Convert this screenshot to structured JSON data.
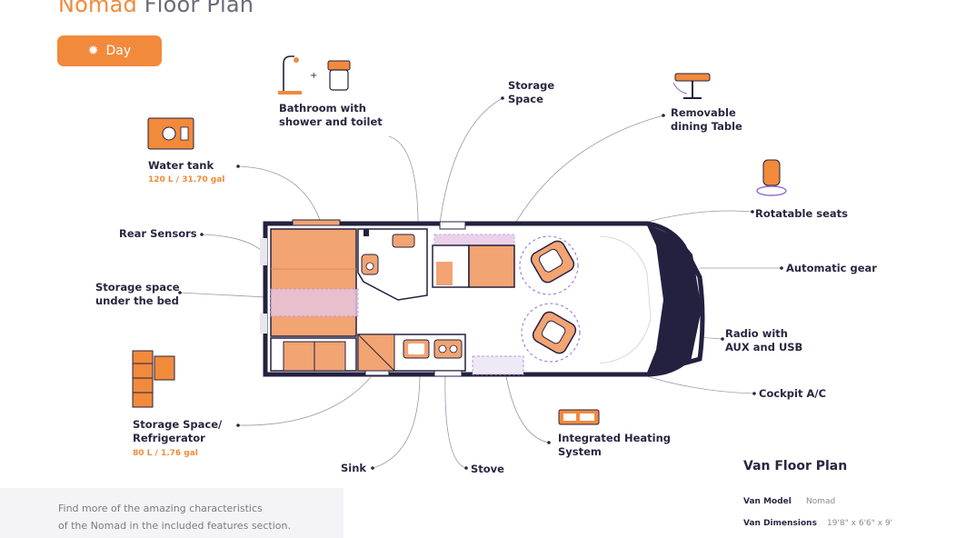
{
  "header": {
    "title_accent": "Nomad",
    "title_rest": " Floor Plan"
  },
  "mode_button": {
    "icon": "sun-icon",
    "label": "Day"
  },
  "colors": {
    "accent": "#f28a3c",
    "navy": "#2b2540",
    "highlight": "#e7c6e6",
    "interior": "#f2a472"
  },
  "labels": {
    "bathroom": [
      "Bathroom with",
      "shower and toilet"
    ],
    "storage_space": [
      "Storage",
      "Space"
    ],
    "dining_table": [
      "Removable",
      "dining Table"
    ],
    "water_tank": "Water tank",
    "water_tank_capacity": "120 L / 31.70 gal",
    "rotatable_seats": "Rotatable seats",
    "rear_sensors": "Rear Sensors",
    "automatic_gear": "Automatic gear",
    "storage_bed": [
      "Storage space",
      "under the bed"
    ],
    "radio": [
      "Radio with",
      "AUX and USB"
    ],
    "cockpit_ac": "Cockpit A/C",
    "fridge": [
      "Storage Space/",
      "Refrigerator"
    ],
    "fridge_capacity": "80 L / 1.76 gal",
    "heating": [
      "Integrated Heating",
      "System"
    ],
    "sink": "Sink",
    "stove": "Stove"
  },
  "note": [
    "Find more of the amazing characteristics",
    "of the Nomad in the included features section."
  ],
  "specs": {
    "title": "Van Floor Plan",
    "rows": [
      {
        "key": "Van Model",
        "value": "Nomad"
      },
      {
        "key": "Van Dimensions",
        "value": "19'8\" x 6'6\" x 9'"
      }
    ]
  }
}
